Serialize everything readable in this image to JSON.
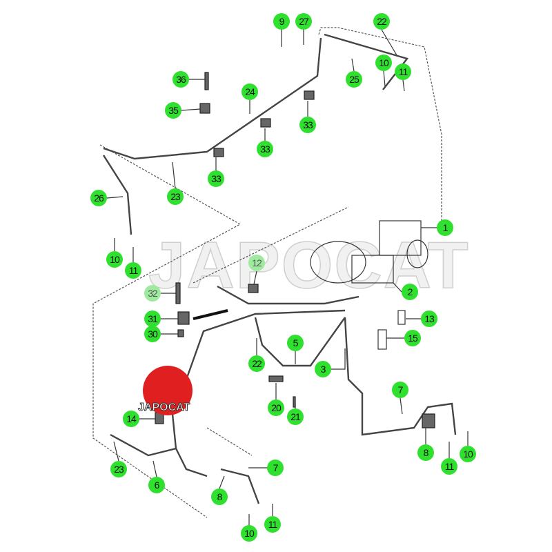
{
  "watermark": "JAPOCAT",
  "logo": {
    "text": "JAPOCAT",
    "color": "#e02020"
  },
  "callout_color": "#2fe02f",
  "callouts": [
    "9",
    "27",
    "22",
    "10",
    "11",
    "25",
    "36",
    "24",
    "35",
    "33",
    "33",
    "33",
    "26",
    "23",
    "1",
    "10",
    "11",
    "12",
    "2",
    "32",
    "13",
    "31",
    "30",
    "15",
    "5",
    "22",
    "3",
    "7",
    "20",
    "21",
    "14",
    "8",
    "10",
    "11",
    "23",
    "7",
    "6",
    "8",
    "11",
    "10"
  ]
}
